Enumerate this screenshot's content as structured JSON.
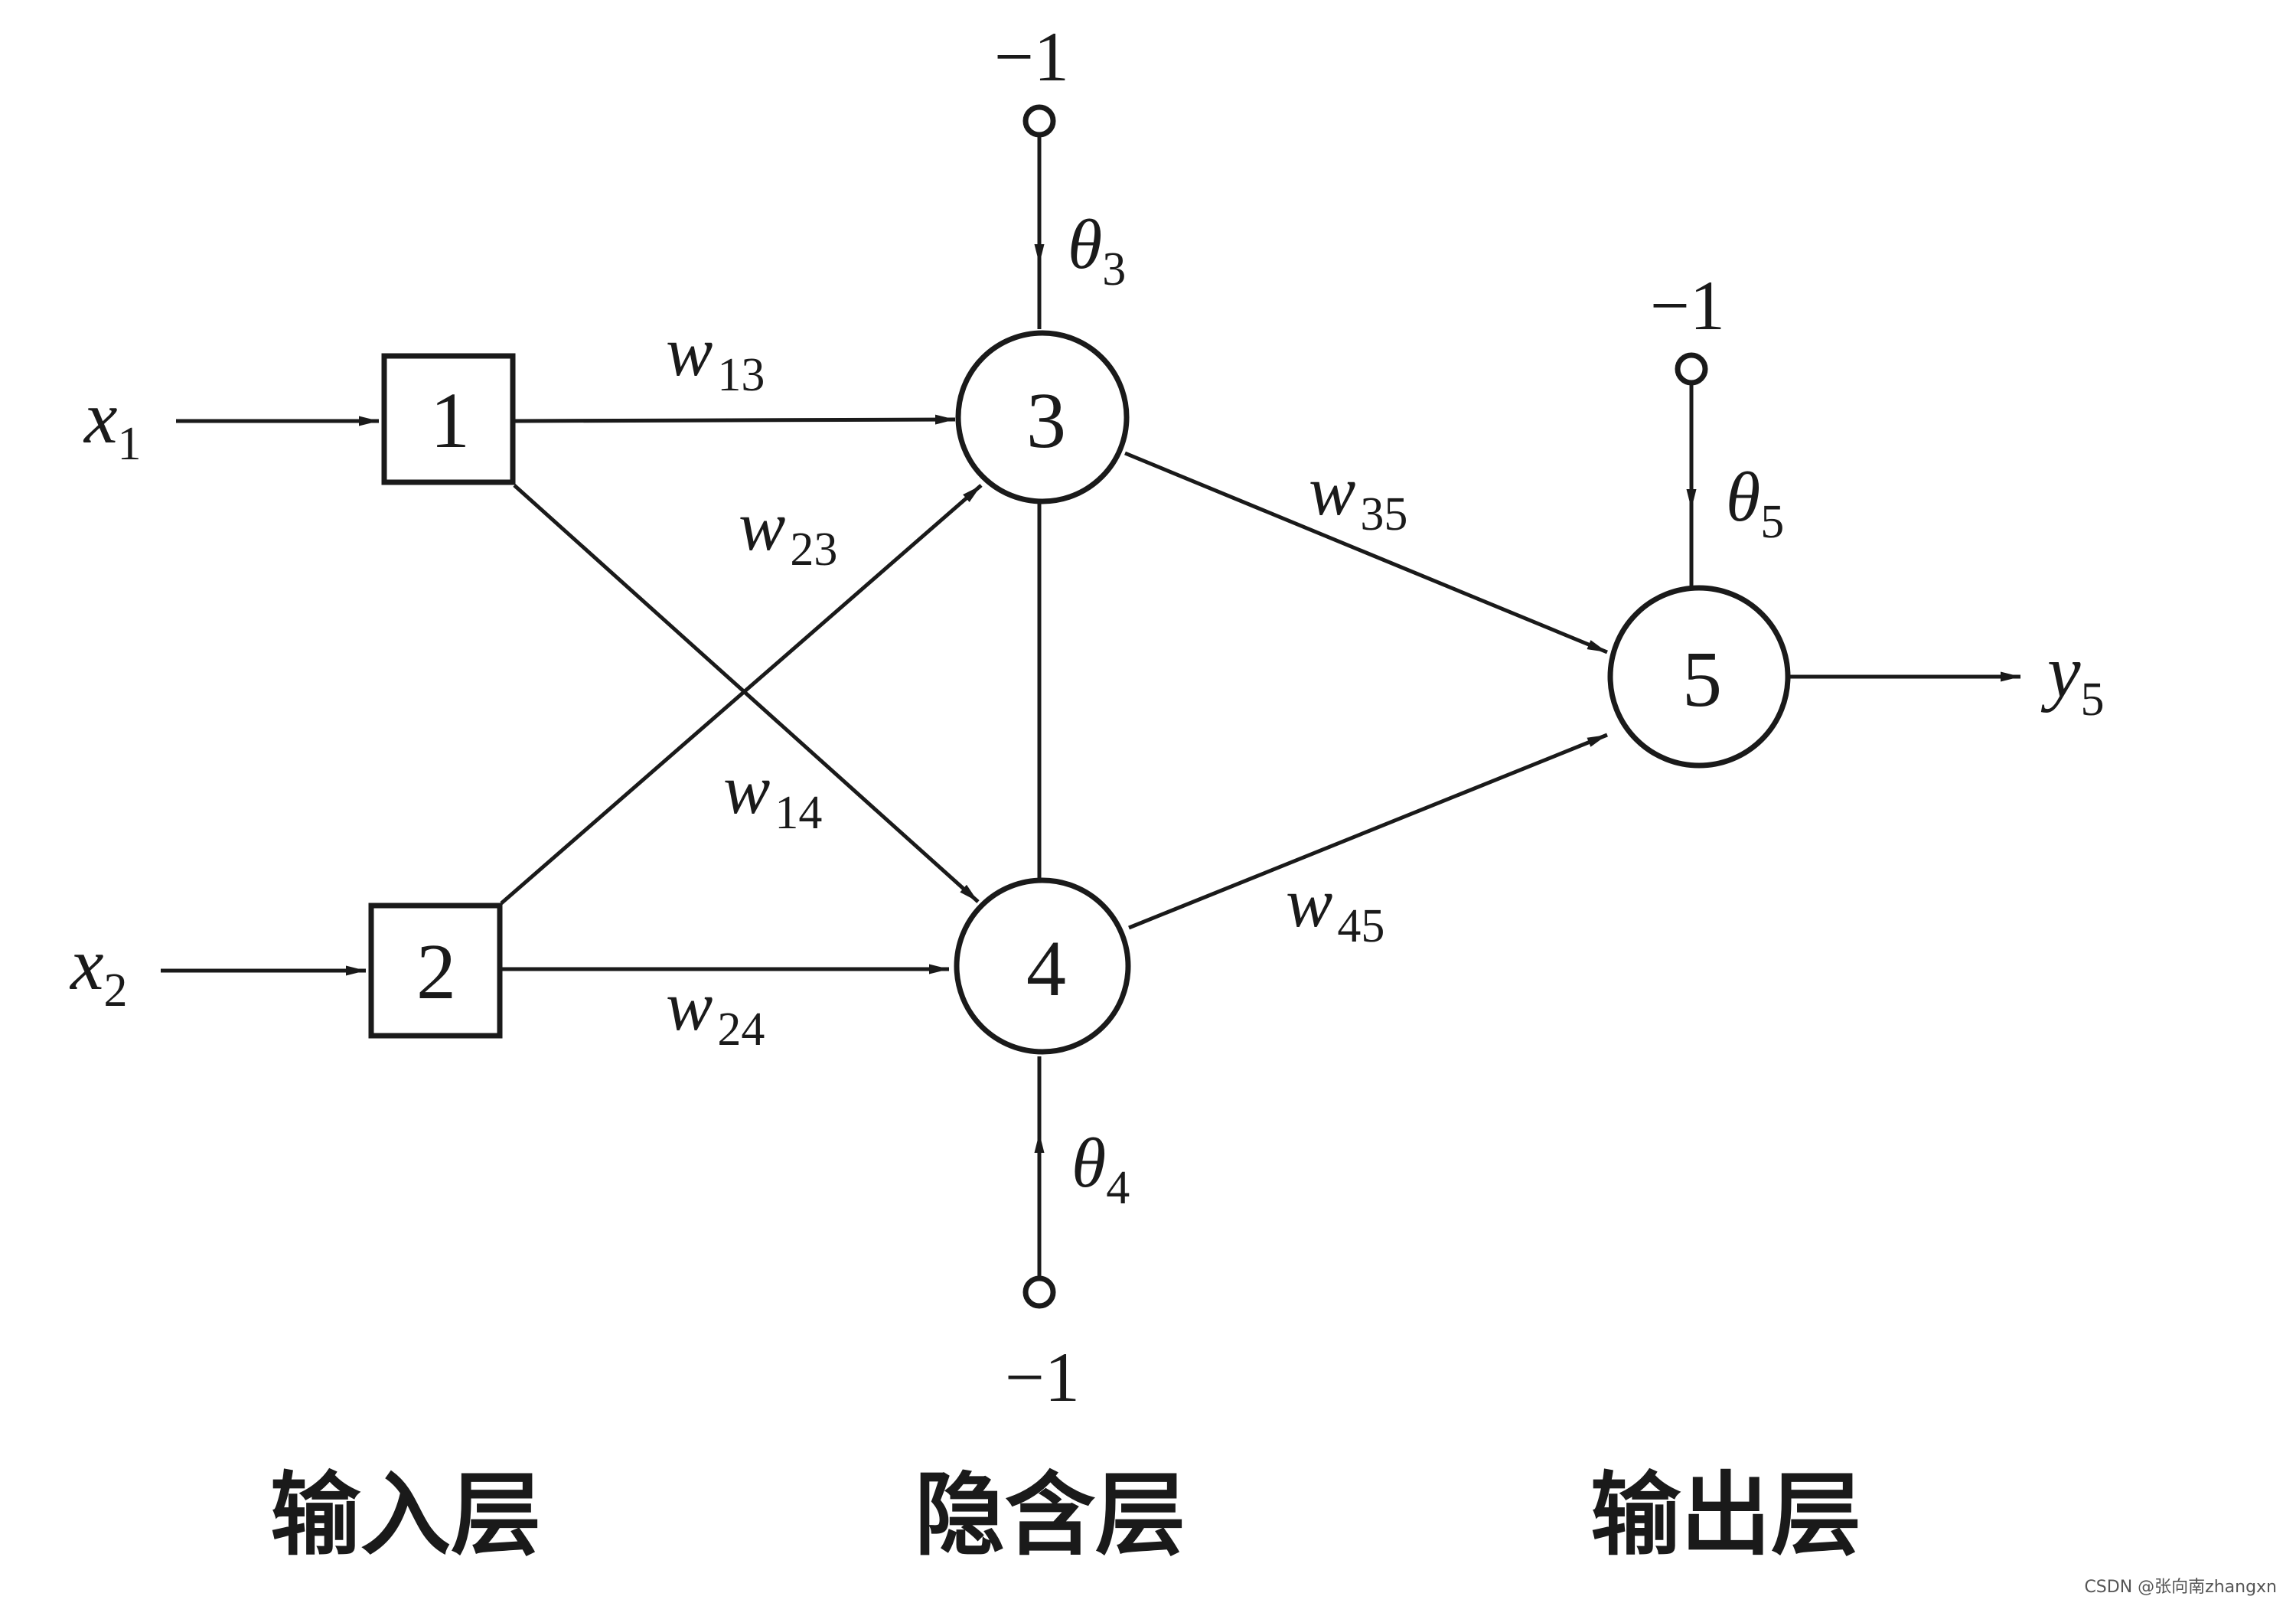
{
  "inputs": {
    "x1": {
      "base": "x",
      "sub": "1"
    },
    "x2": {
      "base": "x",
      "sub": "2"
    }
  },
  "nodes": {
    "n1": "1",
    "n2": "2",
    "n3": "3",
    "n4": "4",
    "n5": "5"
  },
  "weights": {
    "w13": {
      "base": "w",
      "sub": "13"
    },
    "w23": {
      "base": "w",
      "sub": "23"
    },
    "w14": {
      "base": "w",
      "sub": "14"
    },
    "w24": {
      "base": "w",
      "sub": "24"
    },
    "w35": {
      "base": "w",
      "sub": "35"
    },
    "w45": {
      "base": "w",
      "sub": "45"
    }
  },
  "thresholds": {
    "t3": {
      "base": "θ",
      "sub": "3",
      "bias": "−1"
    },
    "t4": {
      "base": "θ",
      "sub": "4",
      "bias": "−1"
    },
    "t5": {
      "base": "θ",
      "sub": "5",
      "bias": "−1"
    }
  },
  "output": {
    "base": "y",
    "sub": "5"
  },
  "layers": {
    "input": "输入层",
    "hidden": "隐含层",
    "output": "输出层"
  },
  "watermark": "CSDN @张向南zhangxn"
}
